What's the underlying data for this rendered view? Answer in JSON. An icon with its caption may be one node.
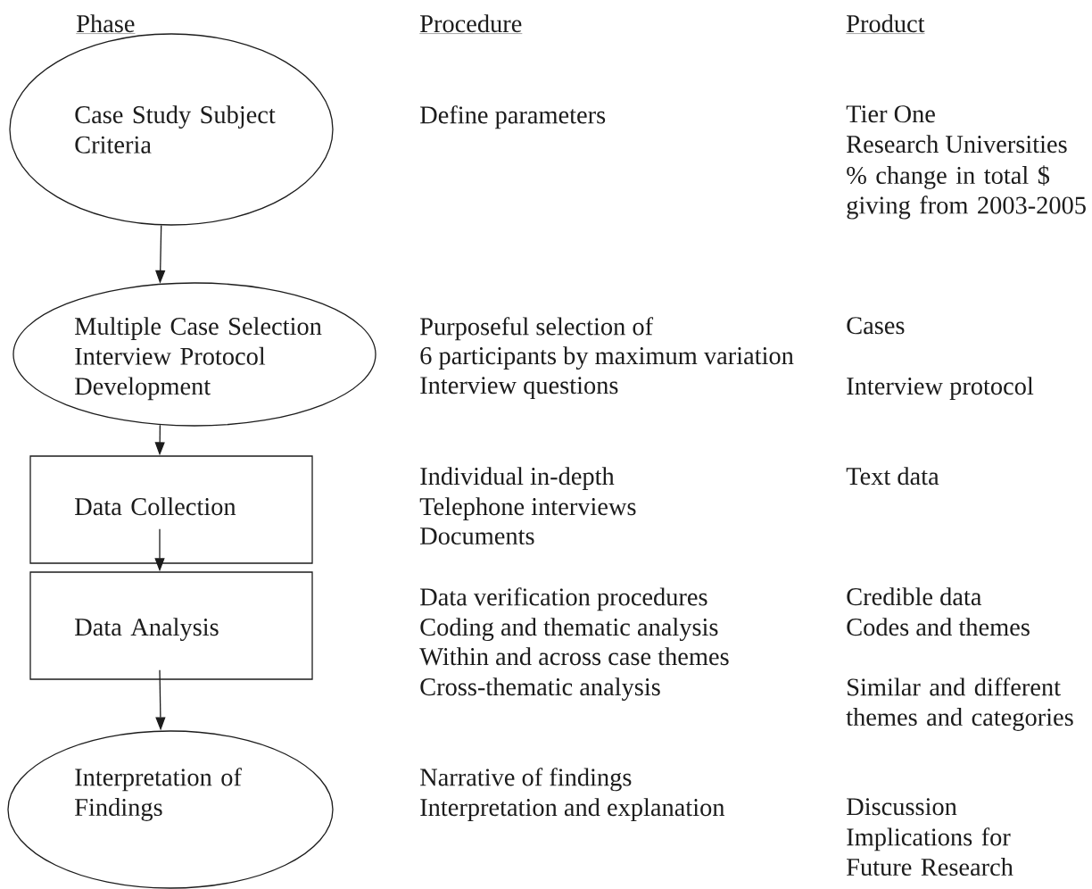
{
  "diagram": {
    "nodes": [
      {
        "text": [
          "Case Study Subject Criteria"
        ]
      },
      {
        "text": [
          "Multiple Case Selection Interview Protocol Development"
        ]
      },
      {
        "text": [
          "Data Collection"
        ]
      },
      {
        "text": [
          "Data Analysis"
        ]
      },
      {
        "text": [
          "Interpretation of Findings"
        ]
      }
    ],
    "edges": [
      {
        "from": 0,
        "to": 1,
        "arrow": "to"
      },
      {
        "from": 1,
        "to": 2,
        "arrow": "to"
      },
      {
        "from": 2,
        "to": 3,
        "arrow": "to"
      },
      {
        "from": 3,
        "to": 4,
        "arrow": "to"
      }
    ],
    "labels": [
      "Phase",
      "Procedure",
      "Product",
      "Define parameters",
      "Tier One",
      "Research Universities",
      "% change in total $ giving from 2003-2005",
      "Purposeful selection of",
      "Cases",
      "6 participants by maximum variation",
      "Interview questions",
      "Interview protocol",
      "Individual in-depth",
      "Text data",
      "Telephone interviews",
      "Documents",
      "Data verification procedures",
      "Credible data",
      "Coding and thematic analysis",
      "Codes and themes",
      "Within and across case themes",
      "Cross-thematic analysis",
      "Similar and different themes and categories",
      "Narrative of findings",
      "Interpretation and explanation",
      "Discussion",
      "Implications for Future Research"
    ]
  }
}
